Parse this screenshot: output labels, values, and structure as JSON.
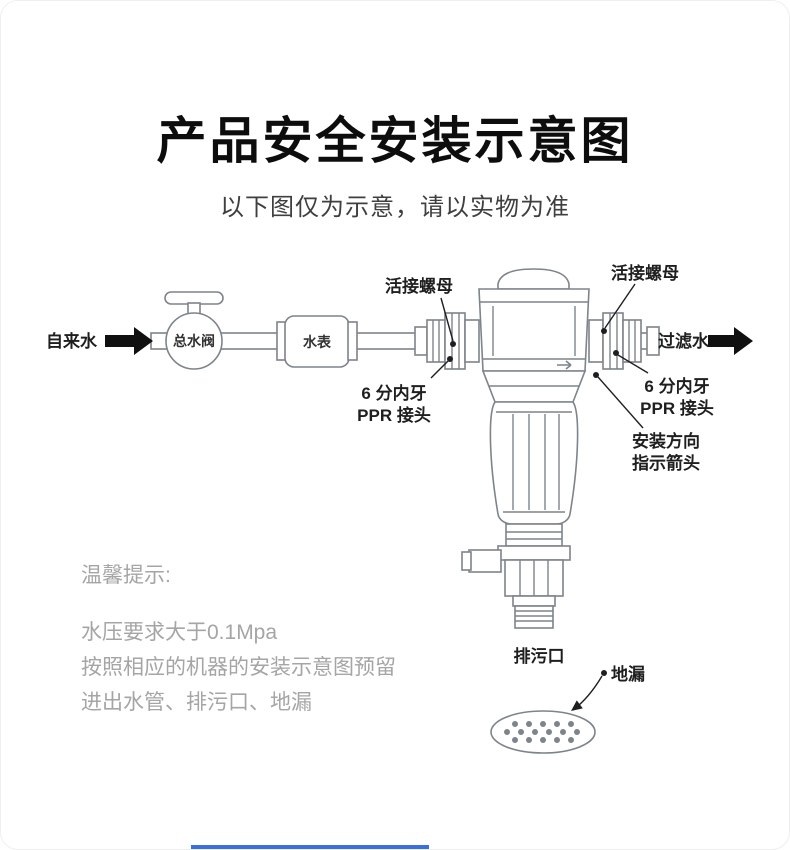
{
  "page": {
    "title": "产品安全安装示意图",
    "subtitle": "以下图仅为示意，请以实物为准"
  },
  "diagram": {
    "labels": {
      "tap_water": "自来水",
      "main_valve": "总水阀",
      "water_meter": "水表",
      "union_nut": "活接螺母",
      "ppr_line1": "6 分内牙",
      "ppr_line2": "PPR 接头",
      "direction_line1": "安装方向",
      "direction_line2": "指示箭头",
      "filtered_water": "过滤水",
      "drain_outlet": "排污口",
      "floor_drain": "地漏"
    }
  },
  "tips": {
    "heading": "温馨提示:",
    "lines": [
      "水压要求大于0.1Mpa",
      "按照相应的机器的安装示意图预留",
      "进出水管、排污口、地漏"
    ]
  },
  "colors": {
    "line_art": "#7d848b",
    "label_text": "#1f1f1f",
    "tips_text": "#a5a5a5",
    "flow_arrow": "#111111",
    "bottom_bar": "#3a6fe0"
  }
}
